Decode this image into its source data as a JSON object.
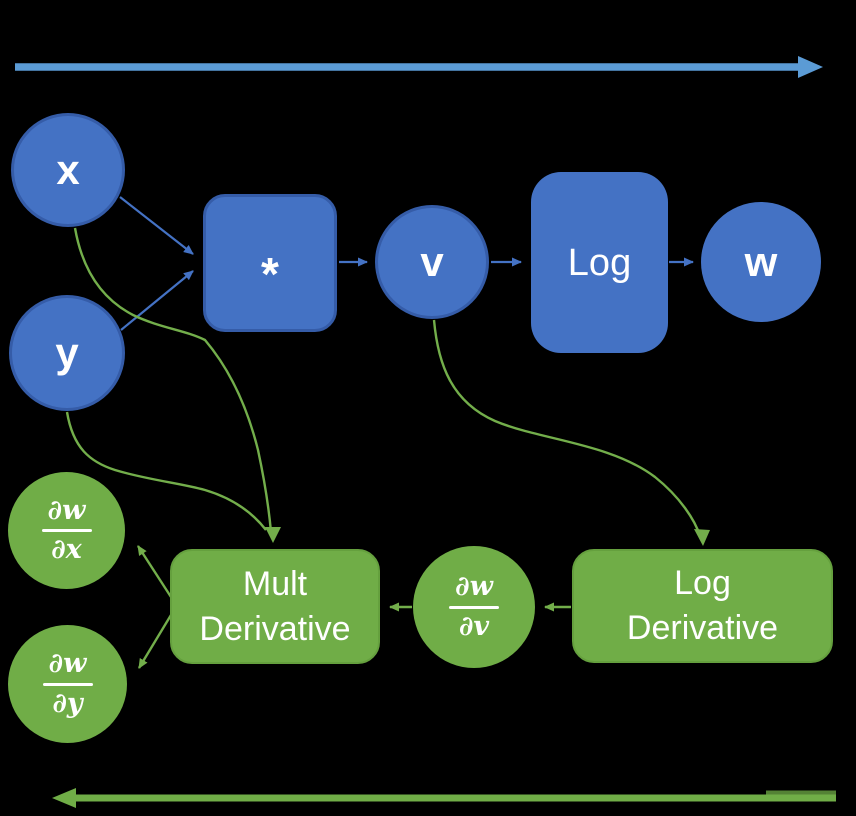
{
  "colors": {
    "background": "#000000",
    "node_blue": "#4472C4",
    "node_blue_border": "#355CA8",
    "forward_arrow_blue": "#5B9BD5",
    "node_green": "#70AD47",
    "green_border": "#65A03E",
    "curve_green": "#73AE4B",
    "backward_arrow_green": "#70AD47",
    "backward_arrow_overlay": "#548235",
    "text_white": "#FFFFFF"
  },
  "forward_graph": {
    "input_x": "x",
    "input_y": "y",
    "multiply_op": "*",
    "value_v": "v",
    "log_op": "Log",
    "output_w": "w"
  },
  "backward_graph": {
    "mult_derivative": {
      "line1": "Mult",
      "line2": "Derivative"
    },
    "log_derivative": {
      "line1": "Log",
      "line2": "Derivative"
    },
    "dw_dx": {
      "numerator": "∂w",
      "denominator": "∂x"
    },
    "dw_dy": {
      "numerator": "∂w",
      "denominator": "∂y"
    },
    "dw_dv": {
      "numerator": "∂w",
      "denominator": "∂v"
    }
  }
}
